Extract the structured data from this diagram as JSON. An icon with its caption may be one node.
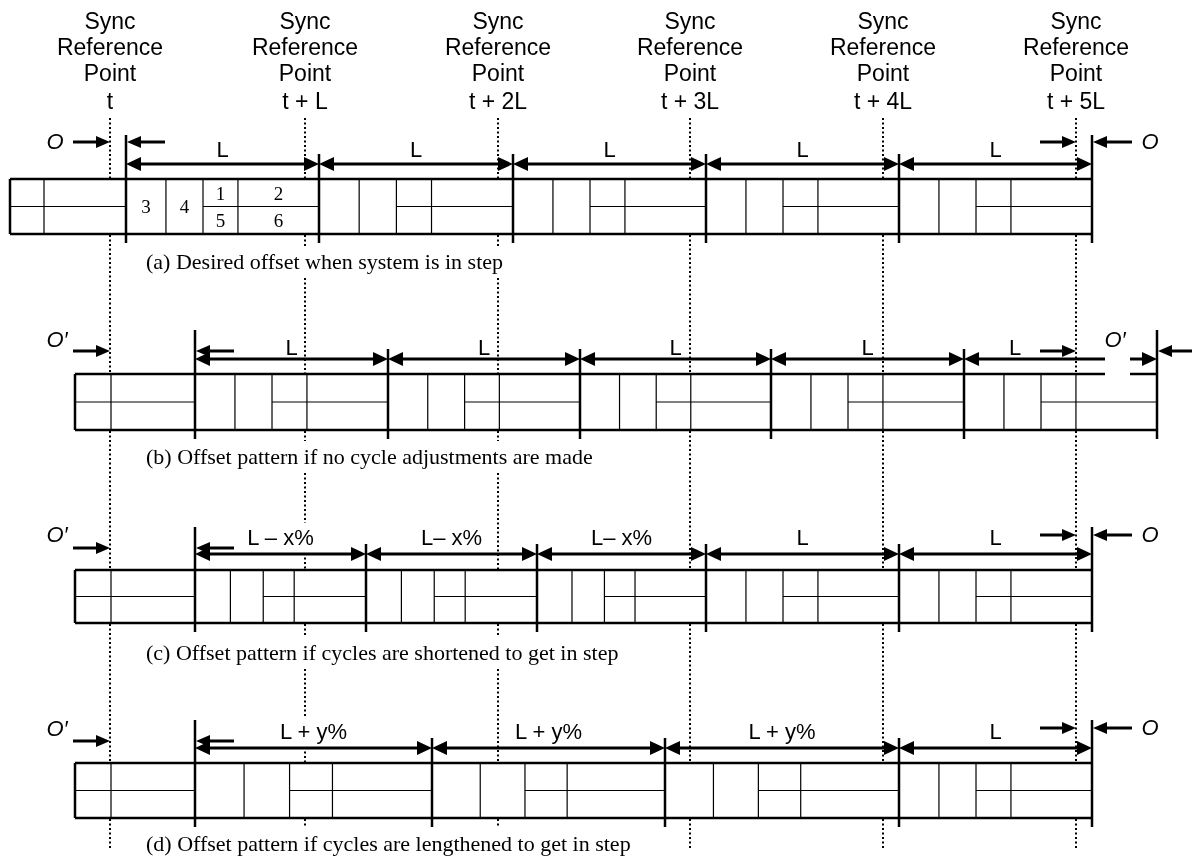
{
  "diagram": {
    "labels": [
      "Sync Reference Point",
      "t",
      "Sync Reference Point",
      "t + L",
      "Sync Reference Point",
      "t + 2L",
      "Sync Reference Point",
      "t + 3L",
      "Sync Reference Point",
      "t + 4L",
      "Sync Reference Point",
      "t + 5L",
      "O",
      "L",
      "L",
      "L",
      "L",
      "L",
      "O",
      "3",
      "4",
      "1",
      "2",
      "5",
      "6",
      "(a) Desired offset when system is in step",
      "O′",
      "L",
      "L",
      "L",
      "L",
      "L",
      "O′",
      "(b) Offset pattern if no cycle adjustments are made",
      "O′",
      "L – x%",
      "L– x%",
      "L– x%",
      "L",
      "L",
      "O",
      "(c) Offset pattern if cycles are shortened to get in step",
      "O′",
      "L + y%",
      "L + y%",
      "L + y%",
      "L",
      "O",
      "(d) Offset pattern if cycles are lengthened to get in step"
    ]
  }
}
